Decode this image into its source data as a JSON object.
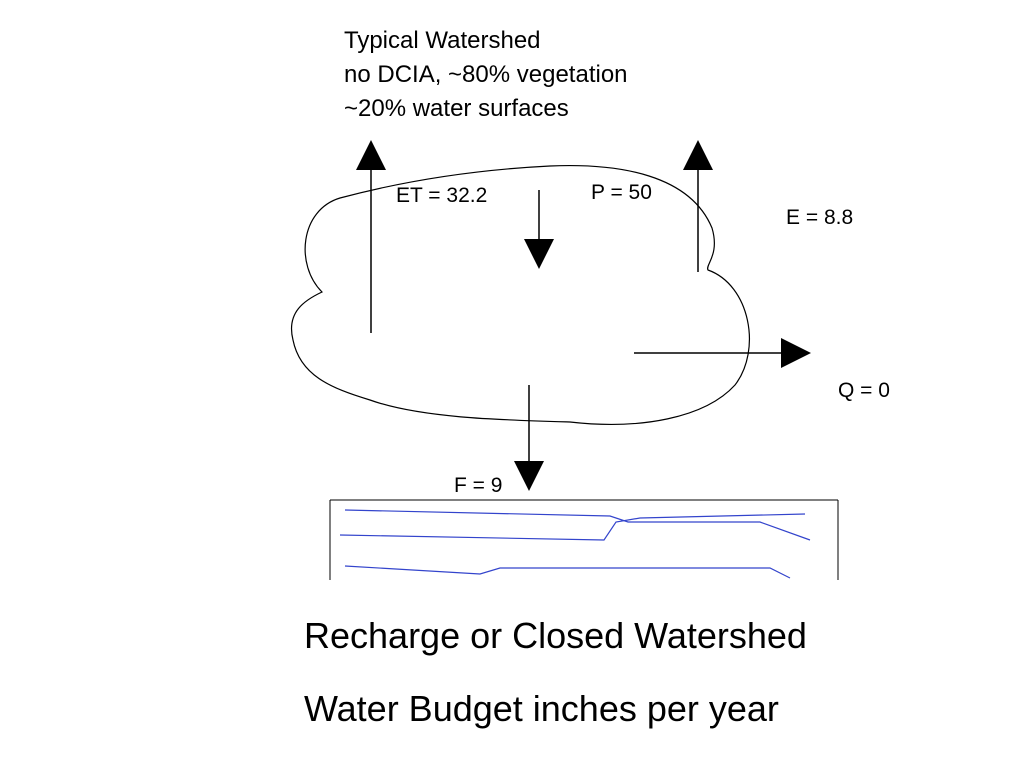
{
  "header": {
    "lines": [
      "Typical Watershed",
      "no DCIA, ~80% vegetation",
      "~20% water surfaces"
    ]
  },
  "fluxes": {
    "et": "ET = 32.2",
    "p": "P = 50",
    "e": "E = 8.8",
    "q": "Q = 0",
    "f": "F = 9"
  },
  "caption": {
    "line1": "Recharge or Closed Watershed",
    "line2": "Water Budget inches per year"
  },
  "colors": {
    "stroke": "#000000",
    "water_lines": "#3344cc",
    "box_border": "#000000"
  }
}
